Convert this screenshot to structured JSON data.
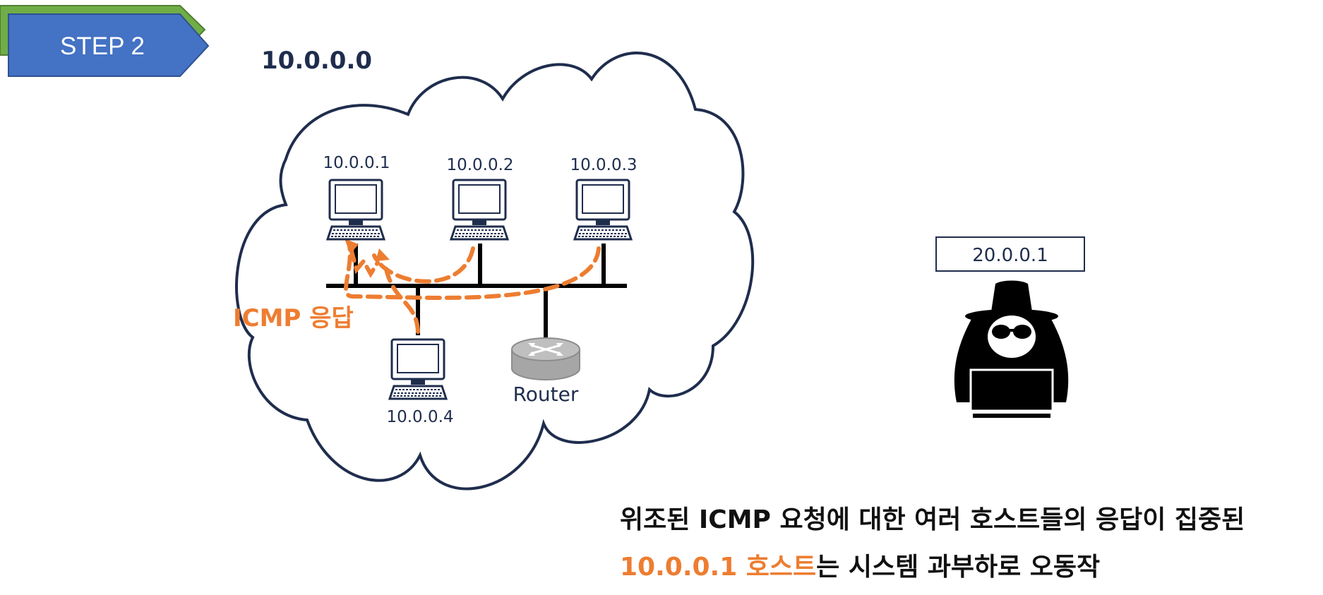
{
  "step_badge": {
    "label": "STEP 2"
  },
  "network": {
    "label": "10.0.0.0",
    "hosts": [
      {
        "id": "h1",
        "label": "10.0.0.1"
      },
      {
        "id": "h2",
        "label": "10.0.0.2"
      },
      {
        "id": "h3",
        "label": "10.0.0.3"
      },
      {
        "id": "h4",
        "label": "10.0.0.4"
      }
    ],
    "router_label": "Router"
  },
  "reply_label": "ICMP 응답",
  "attacker": {
    "ip_label": "20.0.0.1"
  },
  "caption": {
    "line1": "위조된 ICMP 요청에 대한 여러 호스트들의 응답이 집중된",
    "line2_highlight": "10.0.0.1 호스트",
    "line2_rest": "는 시스템 과부하로 오동작"
  },
  "colors": {
    "badge_blue": "#4472C4",
    "badge_green": "#70AD47",
    "navy": "#1F2D4D",
    "accent_orange": "#ED7D31",
    "router_gray": "#A6A6A6"
  }
}
